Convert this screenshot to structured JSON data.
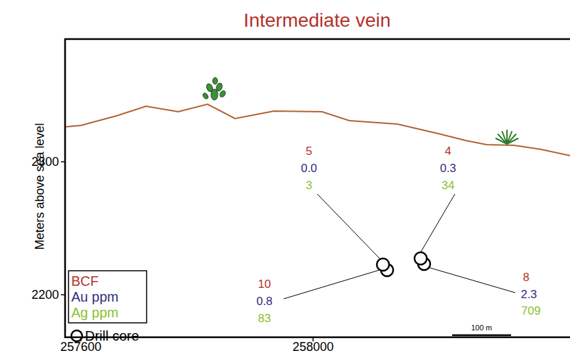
{
  "diagram": {
    "title": "Intermediate vein",
    "labels": [
      "Meters above sea level",
      "2300",
      "2200",
      "257600",
      "258000",
      "100 m",
      "5",
      "0.0",
      "3",
      "4",
      "0.3",
      "34",
      "10",
      "0.8",
      "83",
      "8",
      "2.3",
      "709"
    ],
    "legend": [
      {
        "text": "BCF",
        "color": "#b5312a"
      },
      {
        "text": "Au ppm",
        "color": "#2e2c82"
      },
      {
        "text": "Ag ppm",
        "color": "#8dbf2e"
      },
      {
        "text": "Drill core"
      }
    ]
  }
}
